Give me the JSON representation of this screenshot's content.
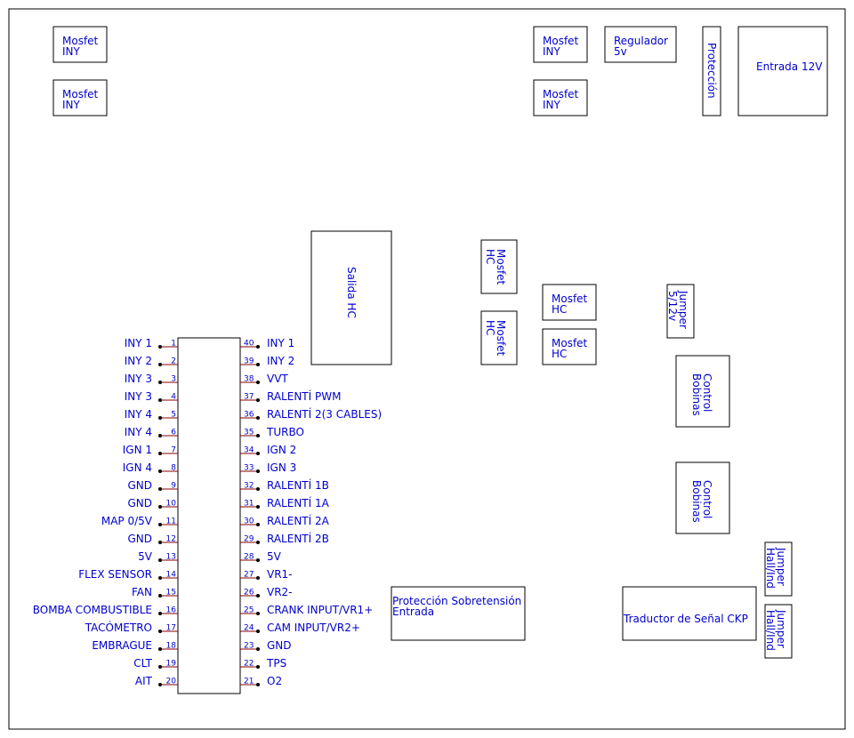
{
  "colors": {
    "label": "#0000cc",
    "outline": "#000000",
    "pin_stub": "#8b0000",
    "pin_dot": "#000000"
  },
  "components": {
    "mosfet_iny_1": [
      "Mosfet",
      "INY"
    ],
    "mosfet_iny_2": [
      "Mosfet",
      "INY"
    ],
    "mosfet_iny_3": [
      "Mosfet",
      "INY"
    ],
    "mosfet_iny_4": [
      "Mosfet",
      "INY"
    ],
    "regulador": [
      "Regulador",
      "5v"
    ],
    "proteccion": "Protección",
    "entrada": "Entrada 12V",
    "salida_hc": "Salida HC",
    "mosfet_hc_v1": [
      "Mosfet",
      "HC"
    ],
    "mosfet_hc_v2": [
      "Mosfet",
      "HC"
    ],
    "mosfet_hc_h1": [
      "Mosfet",
      "HC"
    ],
    "mosfet_hc_h2": [
      "Mosfet",
      "HC"
    ],
    "jumper_5_12": [
      "Jumper",
      "5/12v"
    ],
    "control_bobinas_1": [
      "Control",
      "Bobinas"
    ],
    "control_bobinas_2": [
      "Control",
      "Bobinas"
    ],
    "jumper_hall_1": [
      "Jumper",
      "Hall/Ind"
    ],
    "jumper_hall_2": [
      "Jumper",
      "Hall/Ind"
    ],
    "proteccion_sobretension": [
      "Protección Sobretensión",
      "Entrada"
    ],
    "traductor_ckp": "Traductor de Señal CKP"
  },
  "connector": {
    "left_pins": [
      {
        "num": "1",
        "label": "INY 1"
      },
      {
        "num": "2",
        "label": "INY 2"
      },
      {
        "num": "3",
        "label": "INY 3"
      },
      {
        "num": "4",
        "label": "INY 3"
      },
      {
        "num": "5",
        "label": "INY 4"
      },
      {
        "num": "6",
        "label": "INY 4"
      },
      {
        "num": "7",
        "label": "IGN 1"
      },
      {
        "num": "8",
        "label": "IGN 4"
      },
      {
        "num": "9",
        "label": "GND"
      },
      {
        "num": "10",
        "label": "GND"
      },
      {
        "num": "11",
        "label": "MAP 0/5V"
      },
      {
        "num": "12",
        "label": "GND"
      },
      {
        "num": "13",
        "label": "5V"
      },
      {
        "num": "14",
        "label": "FLEX SENSOR"
      },
      {
        "num": "15",
        "label": "FAN"
      },
      {
        "num": "16",
        "label": "BOMBA COMBUSTIBLE"
      },
      {
        "num": "17",
        "label": "TACÓMETRO"
      },
      {
        "num": "18",
        "label": "EMBRAGUE"
      },
      {
        "num": "19",
        "label": "CLT"
      },
      {
        "num": "20",
        "label": "AIT"
      }
    ],
    "right_pins": [
      {
        "num": "40",
        "label": "INY 1"
      },
      {
        "num": "39",
        "label": "INY 2"
      },
      {
        "num": "38",
        "label": "VVT"
      },
      {
        "num": "37",
        "label": "RALENTÍ PWM"
      },
      {
        "num": "36",
        "label": "RALENTÍ 2(3 CABLES)"
      },
      {
        "num": "35",
        "label": "TURBO"
      },
      {
        "num": "34",
        "label": "IGN 2"
      },
      {
        "num": "33",
        "label": "IGN 3"
      },
      {
        "num": "32",
        "label": "RALENTÍ 1B"
      },
      {
        "num": "31",
        "label": "RALENTÍ 1A"
      },
      {
        "num": "30",
        "label": "RALENTÍ 2A"
      },
      {
        "num": "29",
        "label": "RALENTÍ 2B"
      },
      {
        "num": "28",
        "label": "5V"
      },
      {
        "num": "27",
        "label": "VR1-"
      },
      {
        "num": "26",
        "label": "VR2-"
      },
      {
        "num": "25",
        "label": "CRANK INPUT/VR1+"
      },
      {
        "num": "24",
        "label": "CAM INPUT/VR2+"
      },
      {
        "num": "23",
        "label": "GND"
      },
      {
        "num": "22",
        "label": "TPS"
      },
      {
        "num": "21",
        "label": "O2"
      }
    ]
  }
}
